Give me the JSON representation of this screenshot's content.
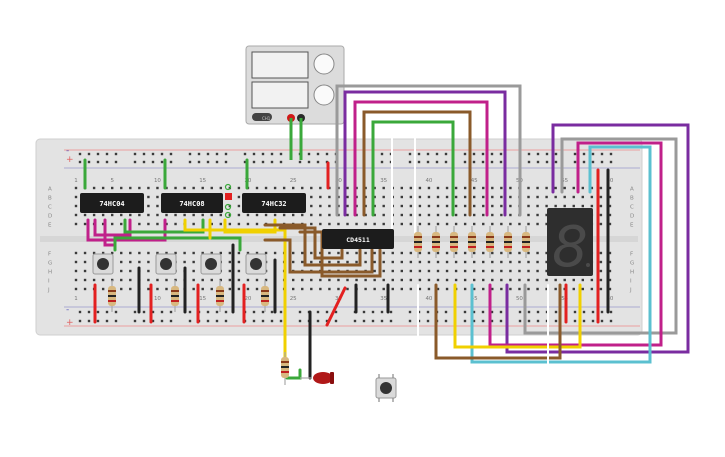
{
  "chips": [
    {
      "id": "u1",
      "label": "74HC04"
    },
    {
      "id": "u2",
      "label": "74HC08"
    },
    {
      "id": "u3",
      "label": "74HC32"
    },
    {
      "id": "u4",
      "label": "CD4511"
    }
  ],
  "rows_left": [
    "A",
    "B",
    "C",
    "D",
    "E",
    "F",
    "G",
    "H",
    "I",
    "J"
  ],
  "rows_right": [
    "A",
    "B",
    "C",
    "D",
    "E",
    "F",
    "G",
    "H",
    "I",
    "J"
  ],
  "columns_top": [
    "1",
    "5",
    "10",
    "15",
    "20",
    "25",
    "30",
    "35",
    "40",
    "45",
    "50",
    "55",
    "60"
  ],
  "columns_bottom": [
    "1",
    "5",
    "10",
    "15",
    "20",
    "25",
    "30",
    "35",
    "40",
    "45",
    "50",
    "55",
    "60"
  ],
  "power_signs": {
    "plus": "+",
    "minus": "-"
  },
  "display": {
    "digit": "8"
  },
  "psu": {
    "indicator_text": "CH1"
  },
  "colors": {
    "breadboard": "#e3e3e3",
    "red": "#e32020",
    "black": "#222222",
    "green": "#3aa83a",
    "yellow": "#f0d000",
    "magenta": "#c0208a",
    "purple": "#7a2ca0",
    "brown": "#8a5a2a",
    "gray": "#9a9a9a",
    "cyan": "#5bc0d0",
    "white": "#ffffff"
  }
}
